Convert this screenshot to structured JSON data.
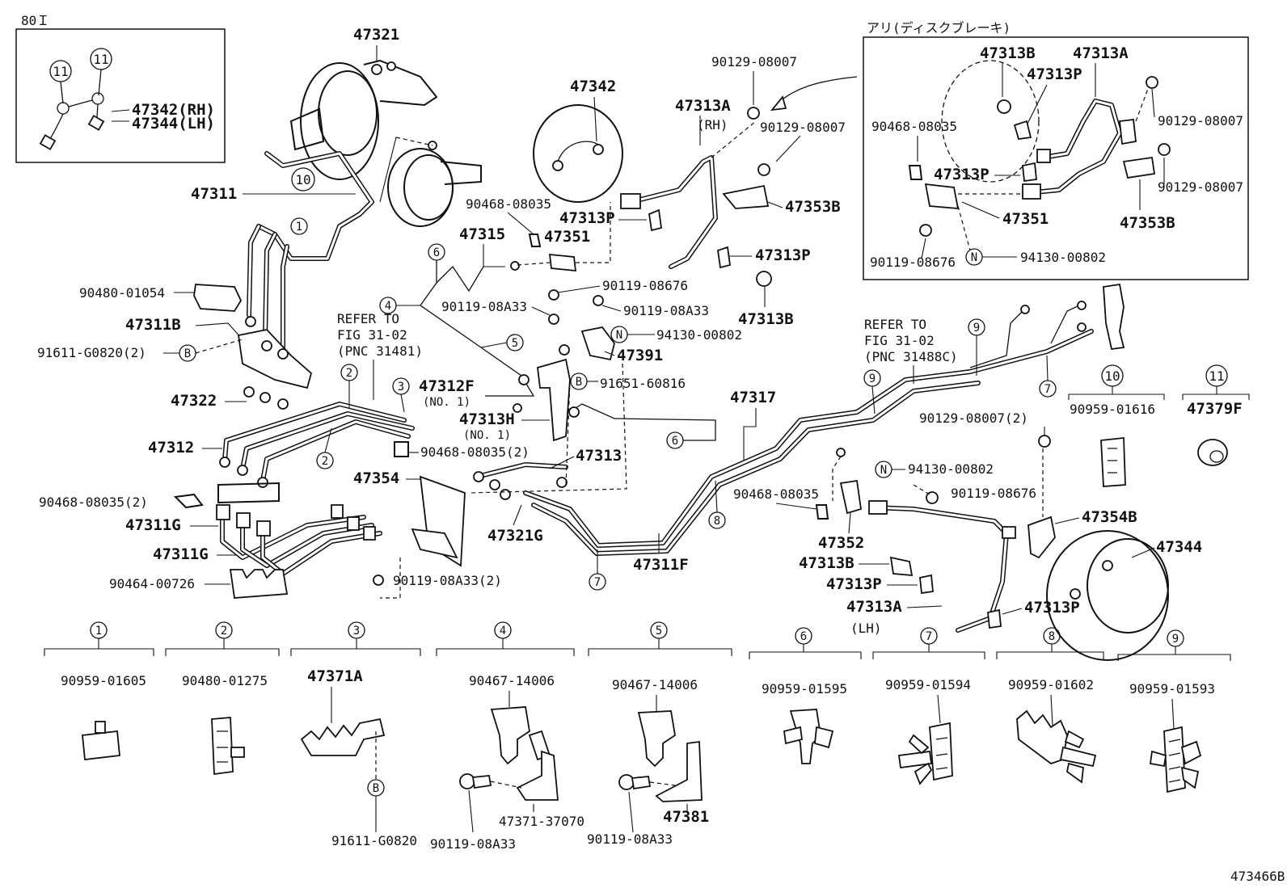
{
  "inset_top_left": {
    "code": "80Ｉ",
    "circle_a": "11",
    "circle_b": "11"
  },
  "inset_top_right": {
    "title": "アリ(ディスクブレーキ)"
  },
  "labels": {
    "p47321": "47321",
    "p47342a": "47342(RH)",
    "p47344a": "47344(LH)",
    "p47311": "47311",
    "p47342": "47342",
    "p90129_1": "90129-08007",
    "p47313A_rh": "47313A",
    "rh": "(RH)",
    "p90129_2": "90129-08007",
    "p47313B_tr": "47313B",
    "p47313A_tr": "47313A",
    "p47313P_tr1": "47313P",
    "p90468_tr": "90468-08035",
    "p90129_tr1": "90129-08007",
    "p47313P_tr2": "47313P",
    "p90129_tr2": "90129-08007",
    "p47351_tr": "47351",
    "p47353B_tr": "47353B",
    "p90119_tr": "90119-08676",
    "p94130_tr": "94130-00802",
    "p90468_a": "90468-08035",
    "p47313P_a": "47313P",
    "p47353B": "47353B",
    "p47315": "47315",
    "p47351": "47351",
    "p47313P_b": "47313P",
    "p47313B_b": "47313B",
    "p90480": "90480-01054",
    "p90119_a": "90119-08676",
    "p90119_b": "90119-08A33",
    "p90119_c": "90119-08A33",
    "p94130_a": "94130-00802",
    "p47311B": "47311B",
    "refer1a": "REFER TO",
    "refer1b": "FIG 31-02",
    "refer1c": "(PNC 31481)",
    "p47391": "47391",
    "p91611": "91611-G0820(2)",
    "p91651": "91651-60816",
    "refer2a": "REFER TO",
    "refer2b": "FIG 31-02",
    "refer2c": "(PNC 31488C)",
    "p47312F": "47312F",
    "no1a": "(NO. 1)",
    "p47317": "47317",
    "p47322": "47322",
    "p47313H": "47313H",
    "no1b": "(NO. 1)",
    "p47312": "47312",
    "p90468_2a": "90468-08035(2)",
    "p47313": "47313",
    "p90129_2x": "90129-08007(2)",
    "p47354": "47354",
    "p94130_b": "94130-00802",
    "p90468_2b": "90468-08035(2)",
    "p90468_c": "90468-08035",
    "p90119_d": "90119-08676",
    "p47311G_a": "47311G",
    "p47321G": "47321G",
    "p47354B": "47354B",
    "p47311G_b": "47311G",
    "p47352": "47352",
    "p47344": "47344",
    "p47311F": "47311F",
    "p47313B_c": "47313B",
    "p90464": "90464-00726",
    "p90119_e": "90119-08A33(2)",
    "p47313P_c": "47313P",
    "p47313A_lh": "47313A",
    "p47313P_d": "47313P",
    "lh": "(LH)",
    "p90959_10": "90959-01616",
    "p47379F": "47379F",
    "drawing_no": "473466B"
  },
  "circle_refs": {
    "c1": "1",
    "c2a": "2",
    "c2b": "2",
    "c3": "3",
    "c4": "4",
    "c5": "5",
    "c6a": "6",
    "c6b": "6",
    "c7a": "7",
    "c7b": "7",
    "c8": "8",
    "c9a": "9",
    "c9b": "9",
    "c10": "10",
    "c11": "11",
    "cBa": "B",
    "cBb": "B",
    "cBc": "B",
    "cNa": "N",
    "cNb": "N",
    "cNc": "N"
  },
  "bottom_clips": [
    {
      "ref": "1",
      "part": "90959-01605"
    },
    {
      "ref": "2",
      "part": "90480-01275"
    },
    {
      "ref": "3",
      "part": "47371A",
      "sub1": "91611-G0820",
      "sub1_ref": "B"
    },
    {
      "ref": "4",
      "part": "90467-14006",
      "sub1": "47371-37070",
      "sub2": "90119-08A33"
    },
    {
      "ref": "5",
      "part": "90467-14006",
      "sub1": "47381",
      "sub2": "90119-08A33"
    },
    {
      "ref": "6",
      "part": "90959-01595"
    },
    {
      "ref": "7",
      "part": "90959-01594"
    },
    {
      "ref": "8",
      "part": "90959-01602"
    },
    {
      "ref": "9",
      "part": "90959-01593"
    }
  ]
}
